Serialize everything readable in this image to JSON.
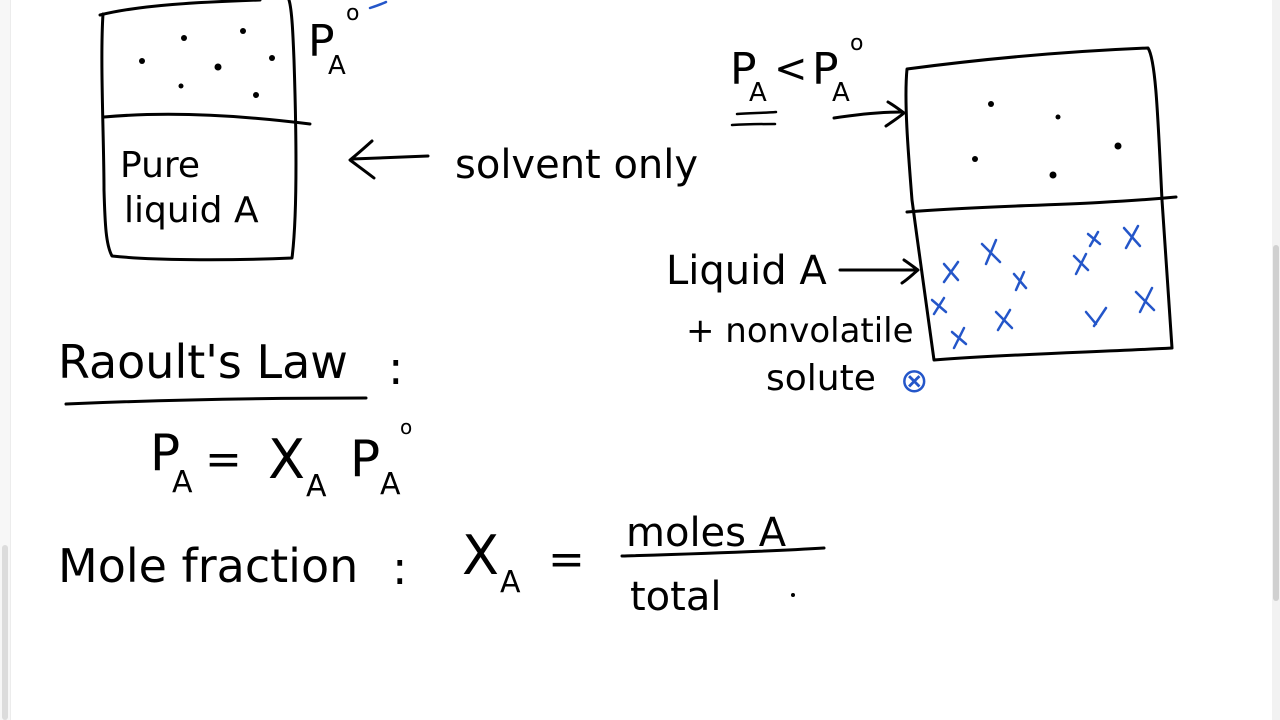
{
  "beaker_left": {
    "pressure_label": "P",
    "pressure_sub": "A",
    "pressure_sup": "o",
    "liquid_line1": "Pure",
    "liquid_line2": "liquid A"
  },
  "arrow_label": "solvent only",
  "beaker_right": {
    "pressure_relation_P": "P",
    "pressure_relation_sub": "A",
    "pressure_relation_lt": "<",
    "pressure_relation_P0": "P",
    "pressure_relation_sub0": "A",
    "pressure_relation_sup0": "o",
    "liquid_label": "Liquid A",
    "solute_line1": "+ nonvolatile",
    "solute_line2": "solute",
    "solute_symbol": "⊗"
  },
  "law": {
    "title": "Raoult's Law",
    "colon": ":",
    "eq_lhs": "P",
    "eq_lhs_sub": "A",
    "eq_equals": "=",
    "eq_x": "X",
    "eq_x_sub": "A",
    "eq_p": "P",
    "eq_p_sub": "A",
    "eq_p_sup": "o"
  },
  "mole_fraction": {
    "label": "Mole fraction",
    "colon": ":",
    "x": "X",
    "x_sub": "A",
    "equals": "=",
    "numerator": "moles A",
    "denominator": "total"
  },
  "colors": {
    "ink": "#000000",
    "blue_ink": "#2456c9",
    "background": "#ffffff"
  }
}
